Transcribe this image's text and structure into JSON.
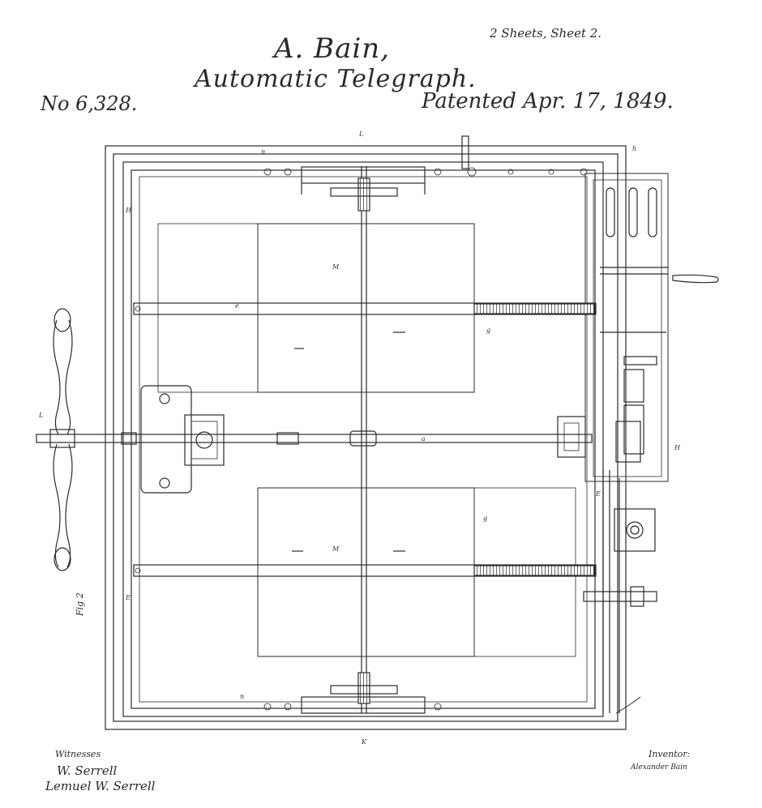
{
  "header": {
    "inventor": "A. Bain,",
    "title": "Automatic Telegraph.",
    "patent_number": "No 6,328.",
    "patent_date": "Patented Apr. 17, 1849.",
    "sheet_info": "2 Sheets, Sheet 2."
  },
  "figure": {
    "label": "Fig 2"
  },
  "footer": {
    "witnesses_label": "Witnesses",
    "witness_1": "W. Serrell",
    "witness_2": "Lemuel W. Serrell",
    "inventor_label": "Inventor:",
    "inventor_signature": "Alexander Bain"
  },
  "colors": {
    "ink": "#2b2b2b",
    "paper": "#ffffff",
    "hatch": "#555555"
  }
}
